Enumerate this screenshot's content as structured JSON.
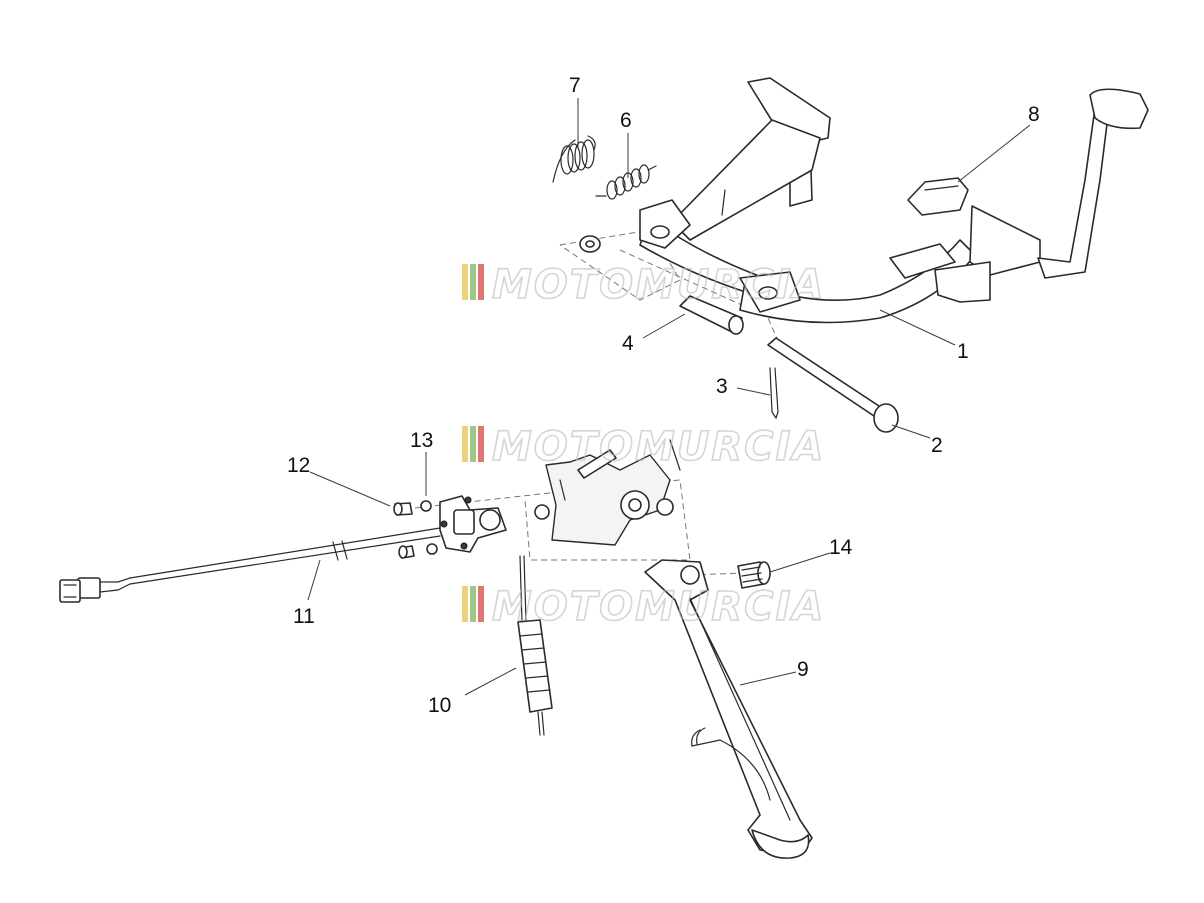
{
  "callouts": [
    "1",
    "2",
    "3",
    "4",
    "6",
    "7",
    "8",
    "9",
    "10",
    "11",
    "12",
    "13",
    "14"
  ],
  "watermark": {
    "text": "MOTOMURCIA",
    "stripe_colors": [
      "#e8c75a",
      "#8ab86a",
      "#d9534f"
    ],
    "outline_color": "#b8b8b8"
  },
  "colors": {
    "line": "#2a2a2a",
    "dashed": "#777777",
    "background": "#ffffff"
  }
}
